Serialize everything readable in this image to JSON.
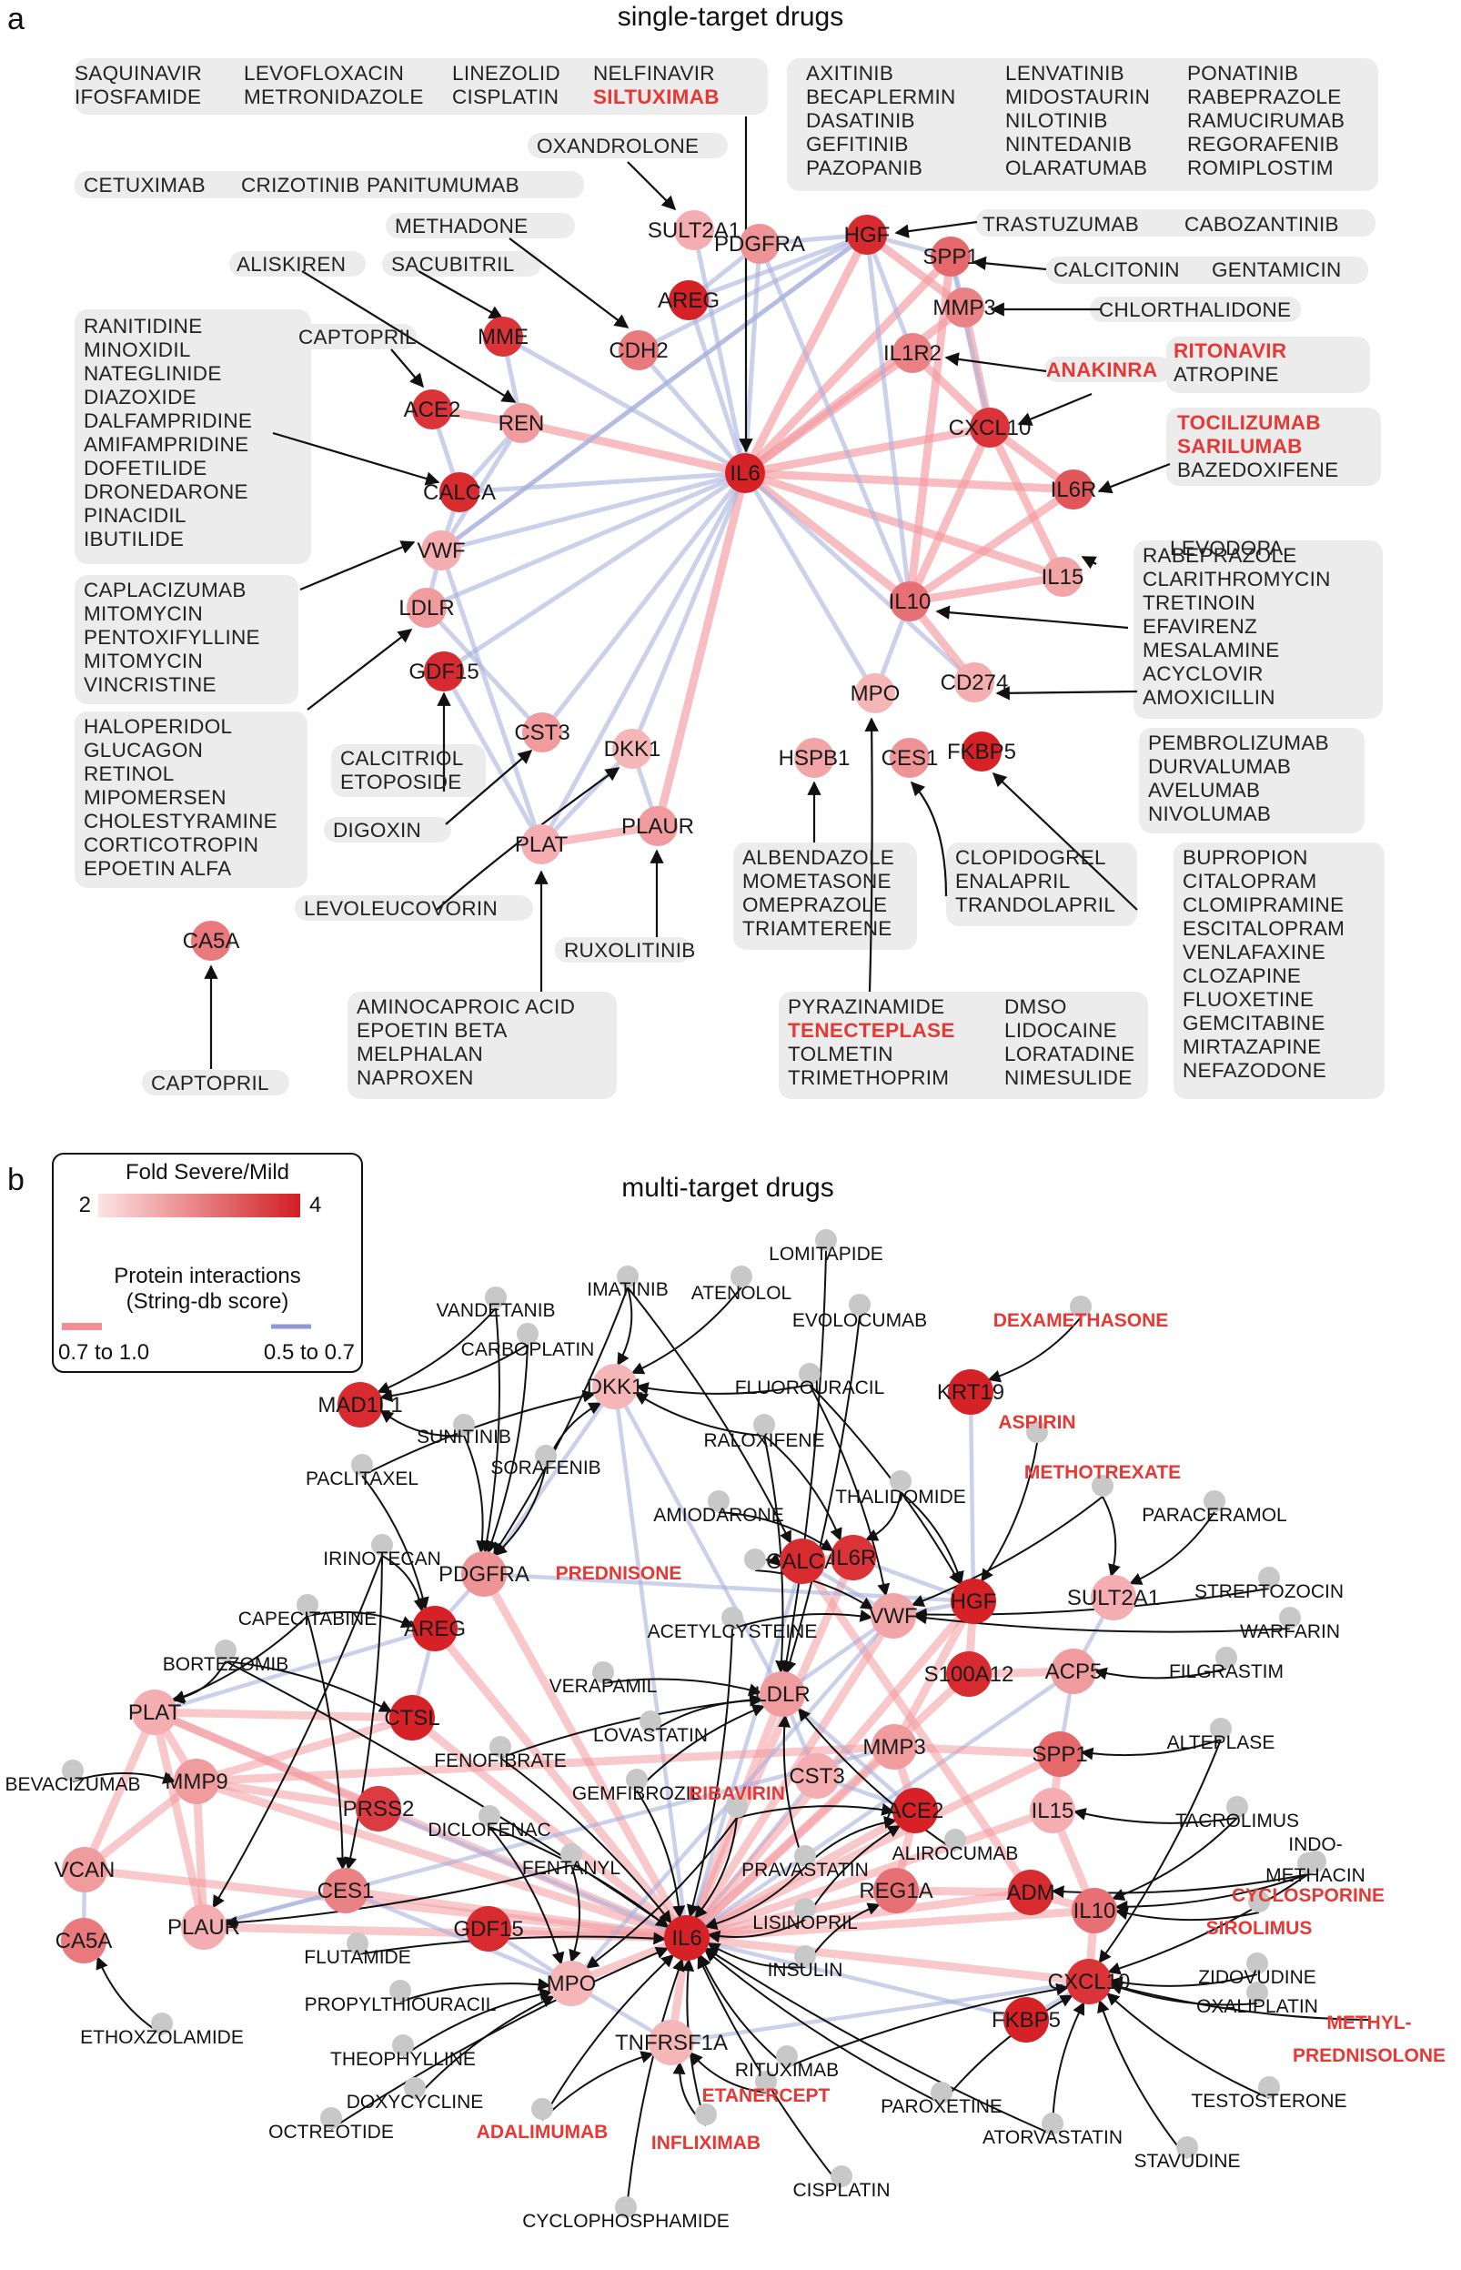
{
  "panel_a": {
    "label": "a",
    "title": "single-target drugs",
    "proteins": [
      "IL6",
      "PDGFRA",
      "HGF",
      "SPP1",
      "MMP3",
      "IL1R2",
      "CXCL10",
      "IL6R",
      "IL15",
      "IL10",
      "CD274",
      "FKBP5",
      "CES1",
      "HSPB1",
      "MPO",
      "PLAUR",
      "PLAT",
      "DKK1",
      "CST3",
      "GDF15",
      "LDLR",
      "VWF",
      "CALCA",
      "REN",
      "ACE2",
      "MME",
      "CDH2",
      "AREG",
      "SULT2A1",
      "CA5A"
    ],
    "drug_groups": [
      {
        "items": [
          [
            "SAQUINAVIR",
            "IFOSFAMIDE"
          ],
          [
            "LEVOFLOXACIN",
            "METRONIDAZOLE"
          ],
          [
            "LINEZOLID",
            "CISPLATIN"
          ],
          [
            "NELFINAVIR",
            "SILTUXIMAB"
          ]
        ],
        "red": [
          "SILTUXIMAB"
        ]
      },
      {
        "items": [
          [
            "AXITINIB",
            "BECAPLERMIN",
            "DASATINIB",
            "GEFITINIB",
            "PAZOPANIB"
          ],
          [
            "LENVATINIB",
            "MIDOSTAURIN",
            "NILOTINIB",
            "NINTEDANIB",
            "OLARATUMAB"
          ],
          [
            "PONATINIB",
            "RABEPRAZOLE",
            "RAMUCIRUMAB",
            "REGORAFENIB",
            "ROMIPLOSTIM"
          ]
        ],
        "red": []
      },
      {
        "items": [
          [
            "OXANDROLONE"
          ]
        ],
        "red": []
      },
      {
        "items": [
          [
            "CETUXIMAB"
          ],
          [
            "CRIZOTINIB"
          ],
          [
            "PANITUMUMAB"
          ]
        ],
        "red": []
      },
      {
        "items": [
          [
            "METHADONE"
          ]
        ],
        "red": []
      },
      {
        "items": [
          [
            "ALISKIREN"
          ]
        ],
        "red": []
      },
      {
        "items": [
          [
            "SACUBITRIL"
          ]
        ],
        "red": []
      },
      {
        "items": [
          [
            "CAPTOPRIL"
          ]
        ],
        "red": []
      },
      {
        "items": [
          [
            "RANITIDINE",
            "MINOXIDIL",
            "NATEGLINIDE",
            "DIAZOXIDE",
            "DALFAMPRIDINE",
            "AMIFAMPRIDINE",
            "DOFETILIDE",
            "DRONEDARONE",
            "PINACIDIL",
            "IBUTILIDE"
          ]
        ],
        "red": []
      },
      {
        "items": [
          [
            "CAPLACIZUMAB",
            "MITOMYCIN",
            "PENTOXIFYLLINE",
            "MITOMYCIN",
            "VINCRISTINE"
          ]
        ],
        "red": []
      },
      {
        "items": [
          [
            "HALOPERIDOL",
            "GLUCAGON",
            "RETINOL",
            "MIPOMERSEN",
            "CHOLESTYRAMINE",
            "CORTICOTROPIN",
            "EPOETIN ALFA"
          ]
        ],
        "red": []
      },
      {
        "items": [
          [
            "CALCITRIOL",
            "ETOPOSIDE"
          ]
        ],
        "red": []
      },
      {
        "items": [
          [
            "DIGOXIN"
          ]
        ],
        "red": []
      },
      {
        "items": [
          [
            "LEVOLEUCOVORIN"
          ]
        ],
        "red": []
      },
      {
        "items": [
          [
            "RUXOLITINIB"
          ]
        ],
        "red": []
      },
      {
        "items": [
          [
            "AMINOCAPROIC ACID",
            "EPOETIN BETA",
            "MELPHALAN",
            "NAPROXEN"
          ]
        ],
        "red": []
      },
      {
        "items": [
          [
            "CAPTOPRIL"
          ]
        ],
        "red": []
      },
      {
        "items": [
          [
            "ALBENDAZOLE",
            "MOMETASONE",
            "OMEPRAZOLE",
            "TRIAMTERENE"
          ]
        ],
        "red": []
      },
      {
        "items": [
          [
            "CLOPIDOGREL",
            "ENALAPRIL",
            "TRANDOLAPRIL"
          ]
        ],
        "red": []
      },
      {
        "items": [
          [
            "PYRAZINAMIDE",
            "TENECTEPLASE",
            "TOLMETIN",
            "TRIMETHOPRIM"
          ],
          [
            "DMSO",
            "LIDOCAINE",
            "LORATADINE",
            "NIMESULIDE"
          ]
        ],
        "red": [
          "TENECTEPLASE"
        ]
      },
      {
        "items": [
          [
            "BUPROPION",
            "CITALOPRAM",
            "CLOMIPRAMINE",
            "ESCITALOPRAM",
            "VENLAFAXINE",
            "CLOZAPINE",
            "FLUOXETINE",
            "GEMCITABINE",
            "MIRTAZAPINE",
            "NEFAZODONE"
          ]
        ],
        "red": []
      },
      {
        "items": [
          [
            "PEMBROLIZUMAB",
            "DURVALUMAB",
            "AVELUMAB",
            "NIVOLUMAB"
          ]
        ],
        "red": []
      },
      {
        "items": [
          [
            "RABEPRAZOLE",
            "CLARITHROMYCIN",
            "TRETINOIN",
            "EFAVIRENZ",
            "MESALAMINE",
            "ACYCLOVIR",
            "AMOXICILLIN"
          ]
        ],
        "red": []
      },
      {
        "items": [
          [
            "LEVODOPA"
          ]
        ],
        "red": []
      },
      {
        "items": [
          [
            "TOCILIZUMAB",
            "SARILUMAB",
            "BAZEDOXIFENE"
          ]
        ],
        "red": [
          "TOCILIZUMAB",
          "SARILUMAB"
        ]
      },
      {
        "items": [
          [
            "RITONAVIR",
            "ATROPINE"
          ]
        ],
        "red": [
          "RITONAVIR"
        ]
      },
      {
        "items": [
          [
            "ANAKINRA"
          ]
        ],
        "red": [
          "ANAKINRA"
        ]
      },
      {
        "items": [
          [
            "CHLORTHALIDONE"
          ]
        ],
        "red": []
      },
      {
        "items": [
          [
            "CALCITONIN"
          ],
          [
            "GENTAMICIN"
          ]
        ],
        "red": []
      },
      {
        "items": [
          [
            "TRASTUZUMAB"
          ],
          [
            "CABOZANTINIB"
          ]
        ],
        "red": []
      }
    ]
  },
  "panel_b": {
    "label": "b",
    "title": "multi-target drugs",
    "legend": {
      "fold_title": "Fold Severe/Mild",
      "fold_min": "2",
      "fold_max": "4",
      "interaction_title_1": "Protein interactions",
      "interaction_title_2": "(String-db score)",
      "strong_label": "0.7 to 1.0",
      "weak_label": "0.5 to 0.7",
      "strong_color": "#f08f95",
      "weak_color": "#8f97d4"
    },
    "proteins": [
      "MAD1L1",
      "DKK1",
      "KRT19",
      "PDGFRA",
      "CALCA",
      "IL6R",
      "HGF",
      "SULT2A1",
      "AREG",
      "VWF",
      "S100A12",
      "ACP5",
      "PLAT",
      "CTSL",
      "LDLR",
      "MMP3",
      "SPP1",
      "MMP9",
      "PRSS2",
      "CST3",
      "ACE2",
      "IL15",
      "VCAN",
      "CES1",
      "PLAUR",
      "REG1A",
      "ADM",
      "IL10",
      "CA5A",
      "GDF15",
      "IL6",
      "MPO",
      "CXCL10",
      "TNFRSF1A",
      "FKBP5"
    ],
    "drugs": [
      "LOMITAPIDE",
      "IMATINIB",
      "ATENOLOL",
      "VANDETANIB",
      "EVOLOCUMAB",
      "DEXAMETHASONE",
      "CARBOPLATIN",
      "FLUOROURACIL",
      "SUNITINIB",
      "RALOXIFENE",
      "ASPIRIN",
      "SORAFENIB",
      "PACLITAXEL",
      "THALIDOMIDE",
      "METHOTREXATE",
      "AMIODARONE",
      "PARACERAMOL",
      "IRINOTECAN",
      "PREDNISONE",
      "STREPTOZOCIN",
      "CAPECITABINE",
      "ACETYLCYSTEINE",
      "WARFARIN",
      "BORTEZOMIB",
      "VERAPAMIL",
      "FILGRASTIM",
      "LOVASTATIN",
      "ALTEPLASE",
      "FENOFIBRATE",
      "BEVACIZUMAB",
      "GEMFIBROZIL",
      "TACROLIMUS",
      "RIBAVIRIN",
      "INDO-",
      "METHACIN",
      "DICLOFENAC",
      "ALIROCUMAB",
      "CYCLOSPORINE",
      "FENTANYL",
      "PRAVASTATIN",
      "SIROLIMUS",
      "FLUTAMIDE",
      "LISINOPRIL",
      "ZIDOVUDINE",
      "PROPYLTHIOURACIL",
      "INSULIN",
      "OXALIPLATIN",
      "ETHOXZOLAMIDE",
      "THEOPHYLLINE",
      "METHYL-",
      "PREDNISOLONE",
      "RITUXIMAB",
      "ETANERCEPT",
      "DOXYCYCLINE",
      "TESTOSTERONE",
      "OCTREOTIDE",
      "PAROXETINE",
      "ADALIMUMAB",
      "INFLIXIMAB",
      "ATORVASTATIN",
      "STAVUDINE",
      "CISPLATIN",
      "CYCLOPHOSPHAMIDE"
    ],
    "red_drugs": [
      "DEXAMETHASONE",
      "ASPIRIN",
      "METHOTREXATE",
      "PREDNISONE",
      "RIBAVIRIN",
      "CYCLOSPORINE",
      "SIROLIMUS",
      "METHYL-",
      "PREDNISOLONE",
      "ETANERCEPT",
      "ADALIMUMAB",
      "INFLIXIMAB"
    ]
  },
  "colors": {
    "red_text": "#e53935",
    "box": "#ececec",
    "node_dark": "#d9262a",
    "node_light": "#f9c9cb",
    "drug_dot": "#c8c8c8"
  }
}
